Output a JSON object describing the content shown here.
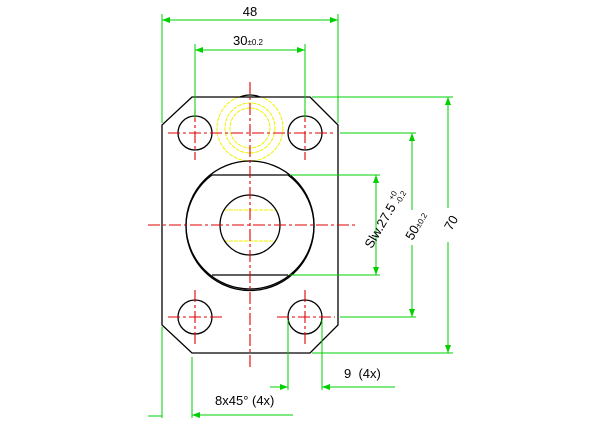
{
  "drawing": {
    "dim_width": "48",
    "dim_hole_spacing": "30",
    "dim_hole_spacing_tol": "±0.2",
    "dim_height": "70",
    "dim_hole_vertical": "50",
    "dim_hole_vertical_tol": "±0.2",
    "dim_wrench": "Slw.27.5",
    "dim_wrench_tol_upper": "+0",
    "dim_wrench_tol_lower": "-0.2",
    "dim_chamfer": "8x45° (4x)",
    "dim_hole_dia": "9  (4x)"
  },
  "colors": {
    "outline": "#000000",
    "center": "#e00000",
    "dimension": "#00d000",
    "hidden": "#f0f000"
  }
}
